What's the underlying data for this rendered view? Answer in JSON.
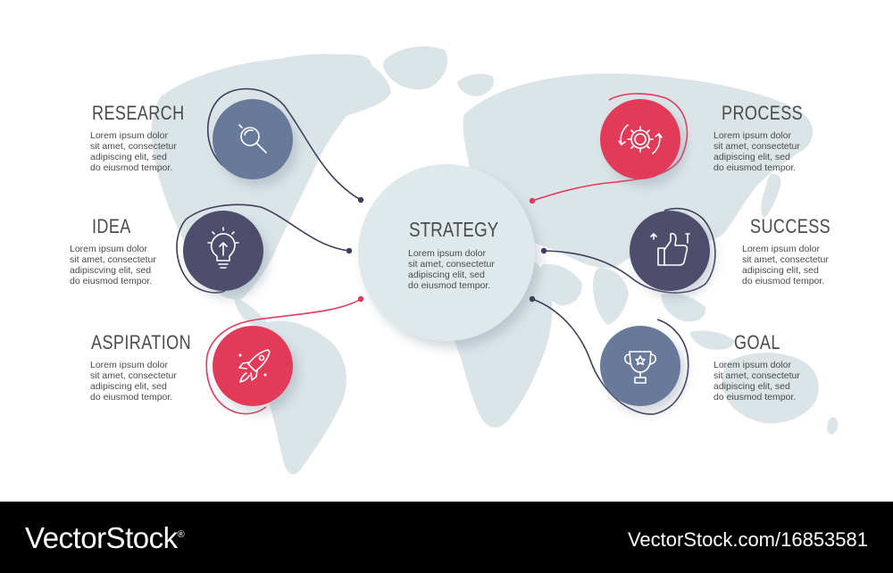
{
  "center": {
    "title": "STRATEGY",
    "body": "Lorem ipsum dolor\nsit amet, consectetur\nadipiscing elit, sed\ndo eiusmod tempor."
  },
  "nodes": {
    "research": {
      "title": "RESEARCH",
      "body": "Lorem ipsum dolor\nsit amet, consectetur\nadipiscing elit, sed\ndo eiusmod tempor.",
      "icon": "magnifier-icon"
    },
    "idea": {
      "title": "IDEA",
      "body": "Lorem ipsum dolor\nsit amet, consectetur\nadipiscving elit, sed\ndo eiusmod tempor.",
      "icon": "lightbulb-icon"
    },
    "aspiration": {
      "title": "ASPIRATION",
      "body": "Lorem ipsum dolor\nsit amet, consectetur\nadipiscing elit, sed\ndo eiusmod tempor.",
      "icon": "rocket-icon"
    },
    "process": {
      "title": "PROCESS",
      "body": "Lorem ipsum dolor\nsit amet, consectetur\nadipiscing elit, sed\ndo eiusmod tempor.",
      "icon": "gear-icon"
    },
    "success": {
      "title": "SUCCESS",
      "body": "Lorem ipsum dolor\nsit amet, consectetur\nadipiscing elit, sed\ndo eiusmod tempor.",
      "icon": "thumbs-up-icon"
    },
    "goal": {
      "title": "GOAL",
      "body": "Lorem ipsum dolor\nsit amet, consectetur\nadipiscing elit, sed\ndo eiusmod tempor.",
      "icon": "trophy-icon"
    }
  },
  "footer": {
    "brand": "VectorStock",
    "brand_mark": "®",
    "ref": "VectorStock.com/16853581"
  },
  "colors": {
    "slate_blue": "#67799a",
    "dark_purple": "#4f4d6c",
    "crimson": "#e23a5a",
    "outline_dark": "#3f3d5c",
    "map": "#dbe5e8",
    "center_fill": "#dfe9ec",
    "text": "#4b4b4b"
  }
}
